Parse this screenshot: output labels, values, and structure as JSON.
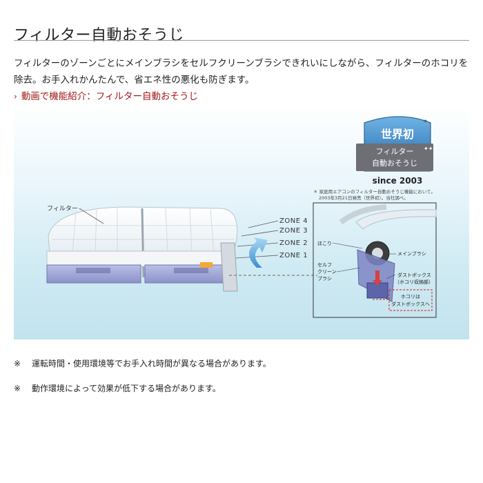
{
  "header": {
    "title": "フィルター自動おそうじ"
  },
  "intro": {
    "description": "フィルターのゾーンごとにメインブラシをセルフクリーンブラシできれいにしながら、フィルターのホコリを除去。お手入れかんたんで、省エネ性の悪化も防ぎます。",
    "video_link": "動画で機能紹介：フィルター自動おそうじ"
  },
  "figure": {
    "badge": {
      "top": "世界初",
      "line1": "フィルター",
      "line2": "自動おそうじ",
      "asterisk": "*",
      "since": "since 2003"
    },
    "footnote_line1": "＊ 家庭用エアコンのフィルター自動おそうじ機能において。",
    "footnote_line2": "2003年3月21日発売（世界初）。当社調べ。",
    "filter_label": "フィルター",
    "zones": [
      "ZONE 4",
      "ZONE 3",
      "ZONE 2",
      "ZONE 1"
    ],
    "detail": {
      "dust": "ほこり",
      "main_brush": "メインブラシ",
      "self_clean_1": "セルフ",
      "self_clean_2": "クリーン",
      "self_clean_3": "ブラシ",
      "dust_box_1": "ダストボックス",
      "dust_box_2": "（ホコリ収納部）",
      "callout_1": "ホコリは",
      "callout_2": "ダストボックスへ"
    }
  },
  "notes": [
    {
      "mark": "※",
      "text": "運転時間・使用環境等でお手入れ時間が異なる場合があります。"
    },
    {
      "mark": "※",
      "text": "動作環境によって効果が低下する場合があります。"
    }
  ],
  "colors": {
    "link": "#a01818",
    "badge_blue": "#2f7fc1",
    "callout_red": "#d01c1c"
  }
}
